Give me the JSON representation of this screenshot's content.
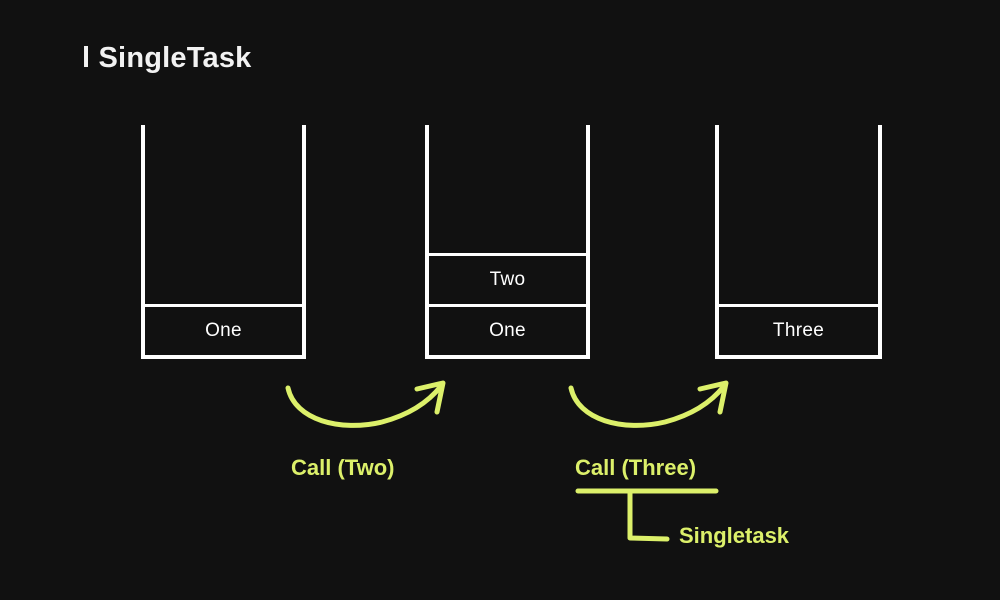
{
  "page": {
    "background_color": "#111111",
    "accent_color": "#dcf06a",
    "stroke_color": "#ffffff"
  },
  "title": "l SingleTask",
  "stacks": [
    {
      "name": "stack-initial",
      "cells": [
        "One"
      ]
    },
    {
      "name": "stack-after-call-two",
      "cells": [
        "Two",
        "One"
      ]
    },
    {
      "name": "stack-after-call-three",
      "cells": [
        "Three"
      ]
    }
  ],
  "transitions": [
    {
      "name": "call-two",
      "label": "Call (Two)"
    },
    {
      "name": "call-three",
      "label": "Call (Three)"
    }
  ],
  "annotation": {
    "label": "Singletask"
  }
}
